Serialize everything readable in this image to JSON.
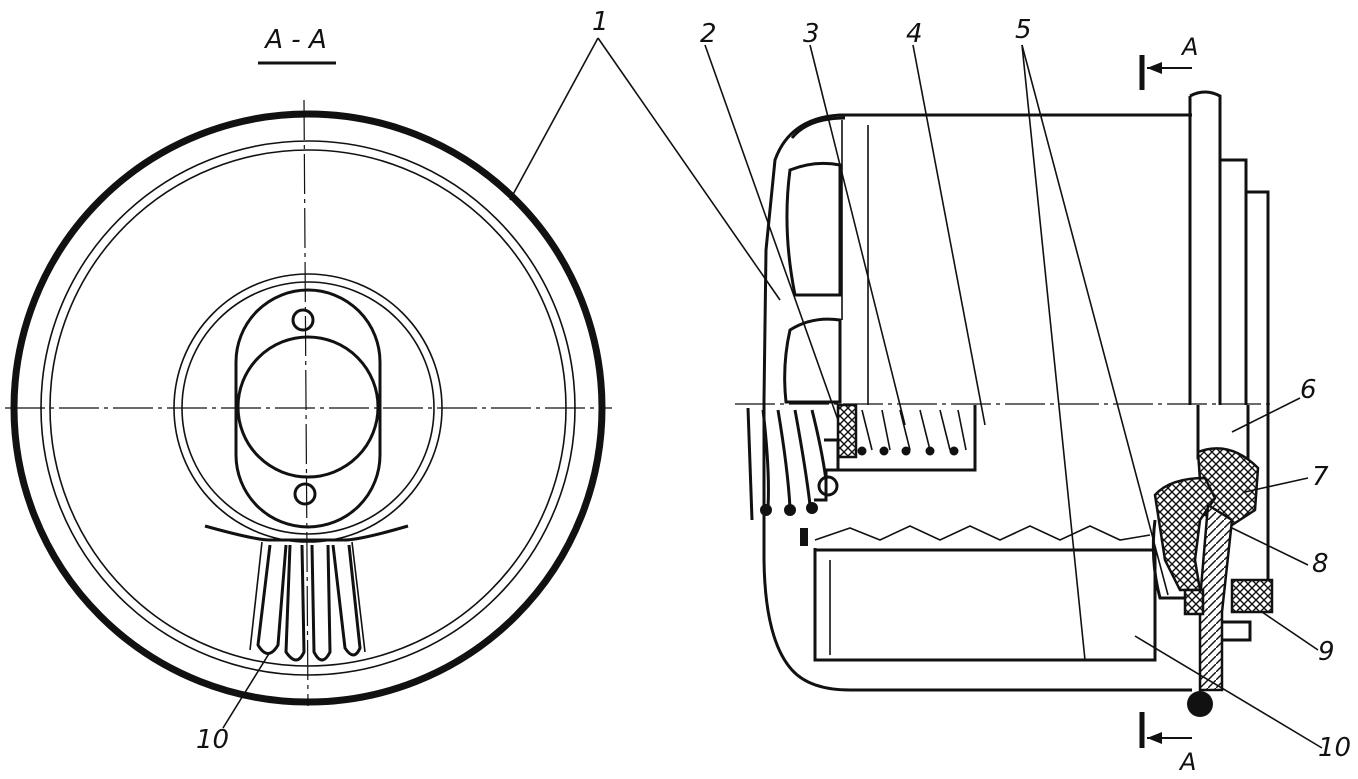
{
  "section_label": "A - A",
  "cut_marks": {
    "top": "A",
    "bottom": "A"
  },
  "callouts": {
    "c1": "1",
    "c2": "2",
    "c3": "3",
    "c4": "4",
    "c5": "5",
    "c6": "6",
    "c7": "7",
    "c8": "8",
    "c9": "9",
    "c10_left": "10",
    "c10_right": "10"
  }
}
